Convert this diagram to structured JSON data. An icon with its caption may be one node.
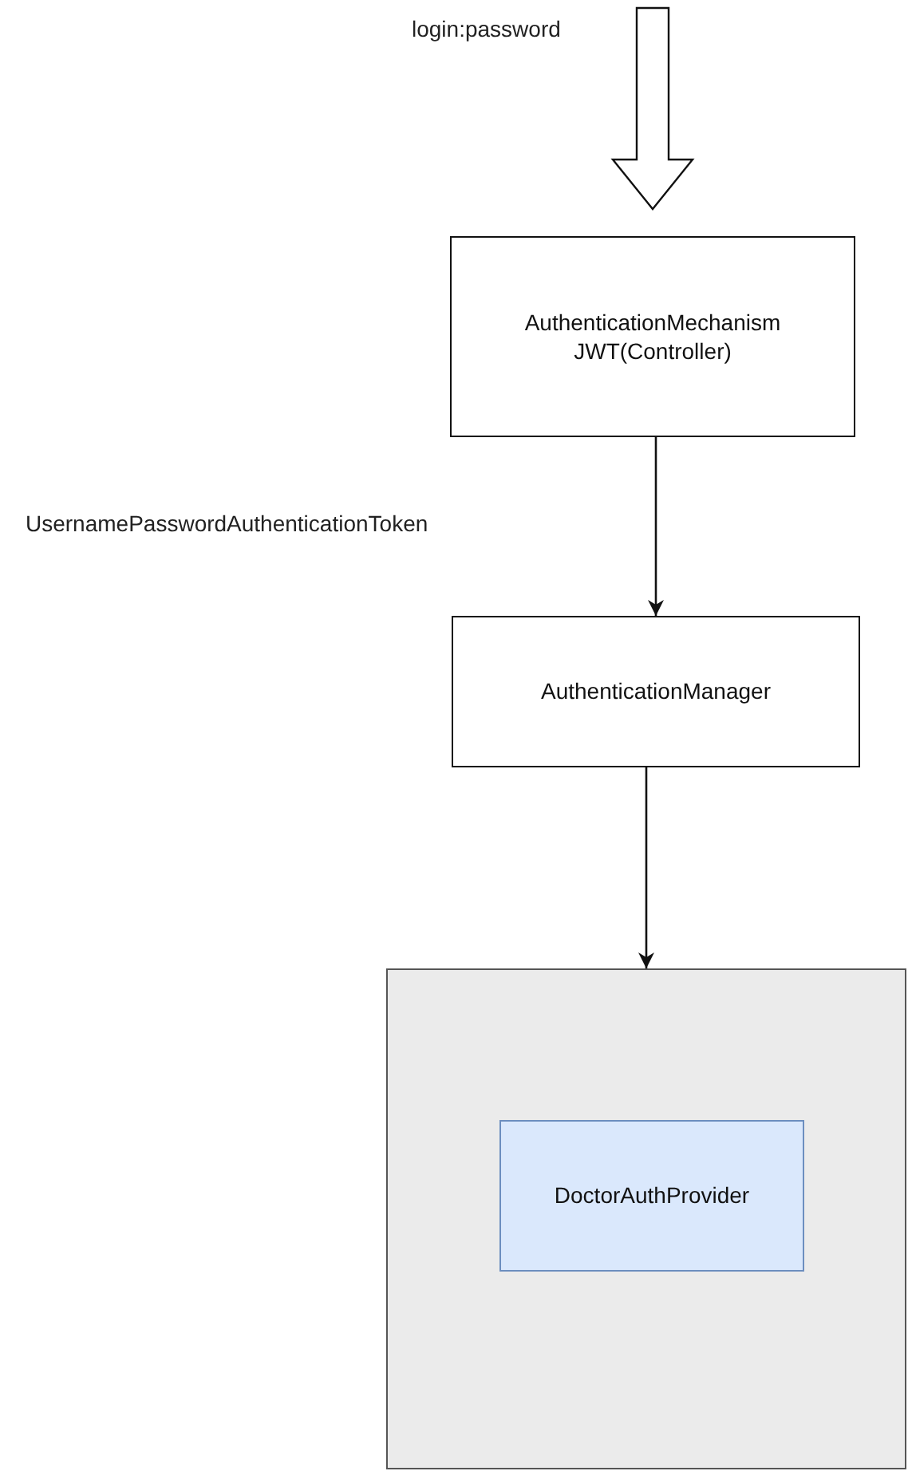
{
  "diagram": {
    "nodes": [
      {
        "text": [
          "AuthenticationMechanism JWT(Controller)"
        ]
      },
      {
        "text": [
          "AuthenticationManager"
        ]
      },
      {
        "text": [],
        "shape": "box"
      },
      {
        "text": [
          "DoctorAuthProvider"
        ],
        "in": 2
      }
    ],
    "edges": [
      {
        "from": null,
        "to": 0,
        "arrow": "to",
        "style": "thick"
      },
      {
        "from": 0,
        "to": 1,
        "arrow": "to"
      },
      {
        "from": 1,
        "to": 2,
        "arrow": "to"
      }
    ],
    "labels": [
      "login:password",
      "UsernamePasswordAuthenticationToken"
    ]
  }
}
